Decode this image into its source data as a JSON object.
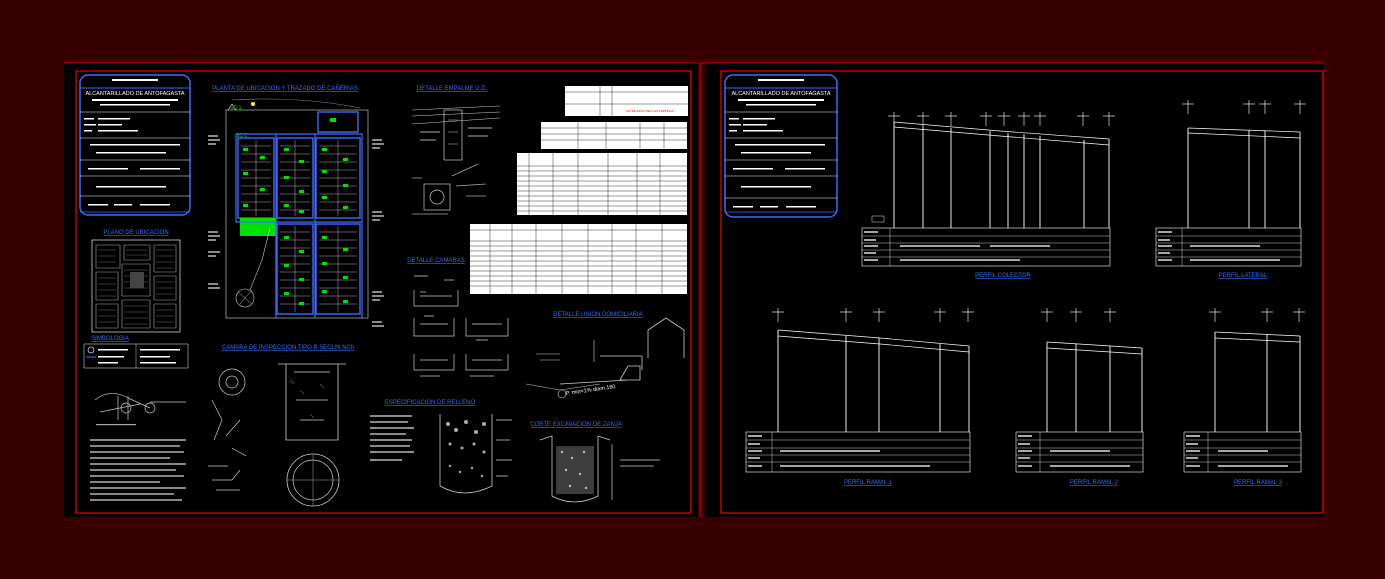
{
  "sheet1": {
    "title_block": "ALCANTARILLADO DE ANTOFAGASTA",
    "plan_title": "PLANTA DE UBICACION Y TRAZADO DE CAÑERIAS",
    "location_title": "PLANO DE UBICACION",
    "legend_title": "SIMBOLOGIA",
    "detail_du_title": "DETALLE EMPALME U.D.",
    "detail_camaras_title": "DETALLE CAMARAS",
    "camara_title": "CAMARA DE INSPECCION TIPO B SEGUN NCh",
    "detail_union_title": "DETALLE UNION DOMICILIARIA",
    "slope_label": "P. min=1% diam.160",
    "relleno_title": "ESPECIFICACION DE RELLENO",
    "excavacion_title": "CORTE EXCAVACION DE ZANJA",
    "node_a": "SC-1",
    "node_b": "SC-1",
    "table_note": "NO SE INCLUYEN LAS PARTIDAS"
  },
  "sheet2": {
    "title_block": "ALCANTARILLADO DE ANTOFAGASTA",
    "perfil_colector": "PERFIL COLECTOR",
    "perfil_lateral": "PERFIL LATERAL",
    "perfil_1": "PERFIL RAMAL 1",
    "perfil_2": "PERFIL RAMAL 2",
    "perfil_3": "PERFIL RAMAL 3"
  },
  "colors": {
    "background": "#3a0000",
    "sheet": "#000000",
    "frame": "#e00000",
    "title": "#3b6cff",
    "lines": "#ffffff",
    "green": "#00e000"
  }
}
